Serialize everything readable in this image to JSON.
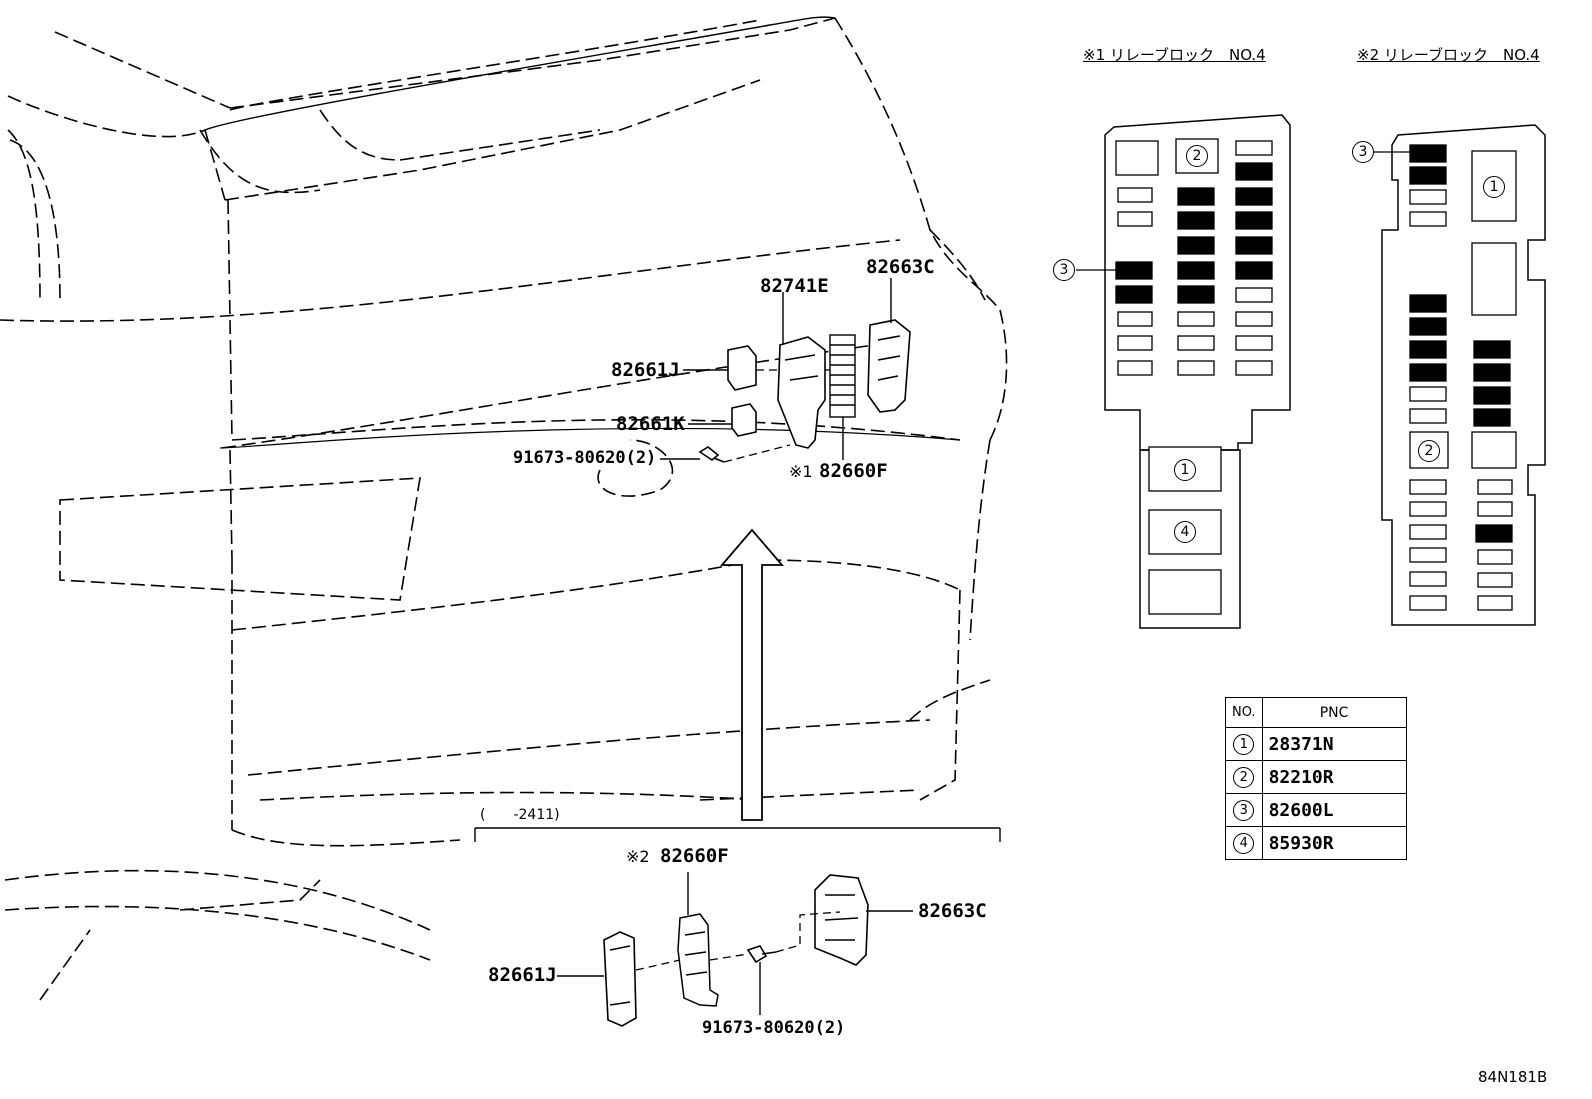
{
  "callouts": {
    "c82663C_top": "82663C",
    "c82741E": "82741E",
    "c82661J_top": "82661J",
    "c82661K": "82661K",
    "c91673_top": "91673-80620(2)",
    "c82660F_top_mark": "※1",
    "c82660F_top": "82660F",
    "range_note": "(　　-2411)",
    "c82660F_bot_mark": "※2",
    "c82660F_bot": "82660F",
    "c82663C_bot": "82663C",
    "c82661J_bot": "82661J",
    "c91673_bot": "91673-80620(2)",
    "figure_code": "84N181B"
  },
  "relay_blocks": {
    "block1_title": "※1 リレーブロック　NO.4",
    "block2_title": "※2 リレーブロック　NO.4",
    "block1_circles": [
      "2",
      "3",
      "1",
      "4"
    ],
    "block2_circles": [
      "3",
      "1",
      "2"
    ]
  },
  "pnc_table": {
    "header_no": "NO.",
    "header_pnc": "PNC",
    "rows": [
      {
        "no": "1",
        "pnc": "28371N"
      },
      {
        "no": "2",
        "pnc": "82210R"
      },
      {
        "no": "3",
        "pnc": "82600L"
      },
      {
        "no": "4",
        "pnc": "85930R"
      }
    ]
  }
}
